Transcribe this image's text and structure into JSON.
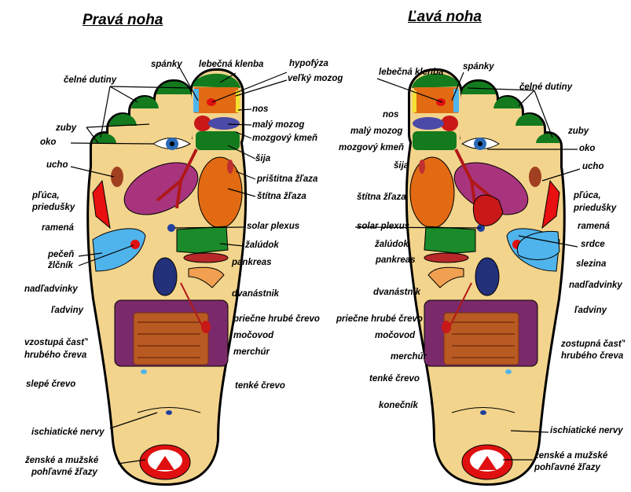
{
  "titles": {
    "right_foot": "Pravá noha",
    "left_foot": "Ľavá noha"
  },
  "colors": {
    "skin": "#f3d48c",
    "green": "#137a1e",
    "orange": "#e26a12",
    "red": "#e01010",
    "blue": "#50b4ec",
    "purple": "#7a2a6a",
    "navy": "#23307a",
    "brown": "#b85a22"
  },
  "right_labels": {
    "spanky": "spánky",
    "lebecna_klenba": "lebečná klenba",
    "hypofyza": "hypofýza",
    "velky_mozog": "veľký mozog",
    "celne_dutiny": "čelné dutiny",
    "nos": "nos",
    "maly_mozog": "malý mozog",
    "mozgovy_kmen": "mozgový kmeň",
    "zuby": "zuby",
    "oko": "oko",
    "sija": "šija",
    "ucho": "ucho",
    "pristitna": "prištitna žľaza",
    "stitna": "štítna žľaza",
    "pluca": "pľúca,",
    "priedusky": "priedušky",
    "ramena": "ramená",
    "solar_plexus": "solar plexus",
    "pecen": "pečeň",
    "zlcnik": "žlčník",
    "zaludok": "žalúdok",
    "pankreas": "pankreas",
    "nadladvinky": "nadľadvinky",
    "dvanastnik": "dvanástnik",
    "ladviny": "ľadviny",
    "priecne": "priečne hrubé črevo",
    "vzostupa1": "vzostupá časť'",
    "vzostupa2": "hrubého čreva",
    "mocovod": "močovod",
    "mechur": "merchúr",
    "slepe": "slepé črevo",
    "tenke": "tenké črevo",
    "ischiaticke": "ischiatické nervy",
    "zenske1": "ženské a mužské",
    "zenske2": "pohľavné žľazy"
  },
  "left_labels": {
    "lebecna_klenba": "lebečná klenba",
    "spanky": "spánky",
    "celne_dutiny": "čelné dutiny",
    "nos": "nos",
    "zuby": "zuby",
    "maly_mozog": "malý mozog",
    "mozgovy_kmen": "mozgový kmeň",
    "oko": "oko",
    "sija": "šija",
    "ucho": "ucho",
    "stitna": "štítna žľaza",
    "pluca": "pľúca,",
    "priedusky": "priedušky",
    "solar_plexus": "solar plexus",
    "ramena": "ramená",
    "zaludok": "žalúdok",
    "srdce": "srdce",
    "pankreas": "pankreas",
    "slezina": "slezina",
    "nadladvinky": "nadľadvinky",
    "dvanastnik": "dvanástnik",
    "ladviny": "ľadviny",
    "priecne": "priečne hrubé črevo",
    "zostupna1": "zostupná časť'",
    "zostupna2": "hrubého čreva",
    "mocovod": "močovod",
    "mechur": "merchúr",
    "tenke": "tenké črevo",
    "konecnik": "konečník",
    "ischiaticke": "ischiatické nervy",
    "zenske1": "ženské a mužské",
    "zenske2": "pohľavné žľazy"
  }
}
